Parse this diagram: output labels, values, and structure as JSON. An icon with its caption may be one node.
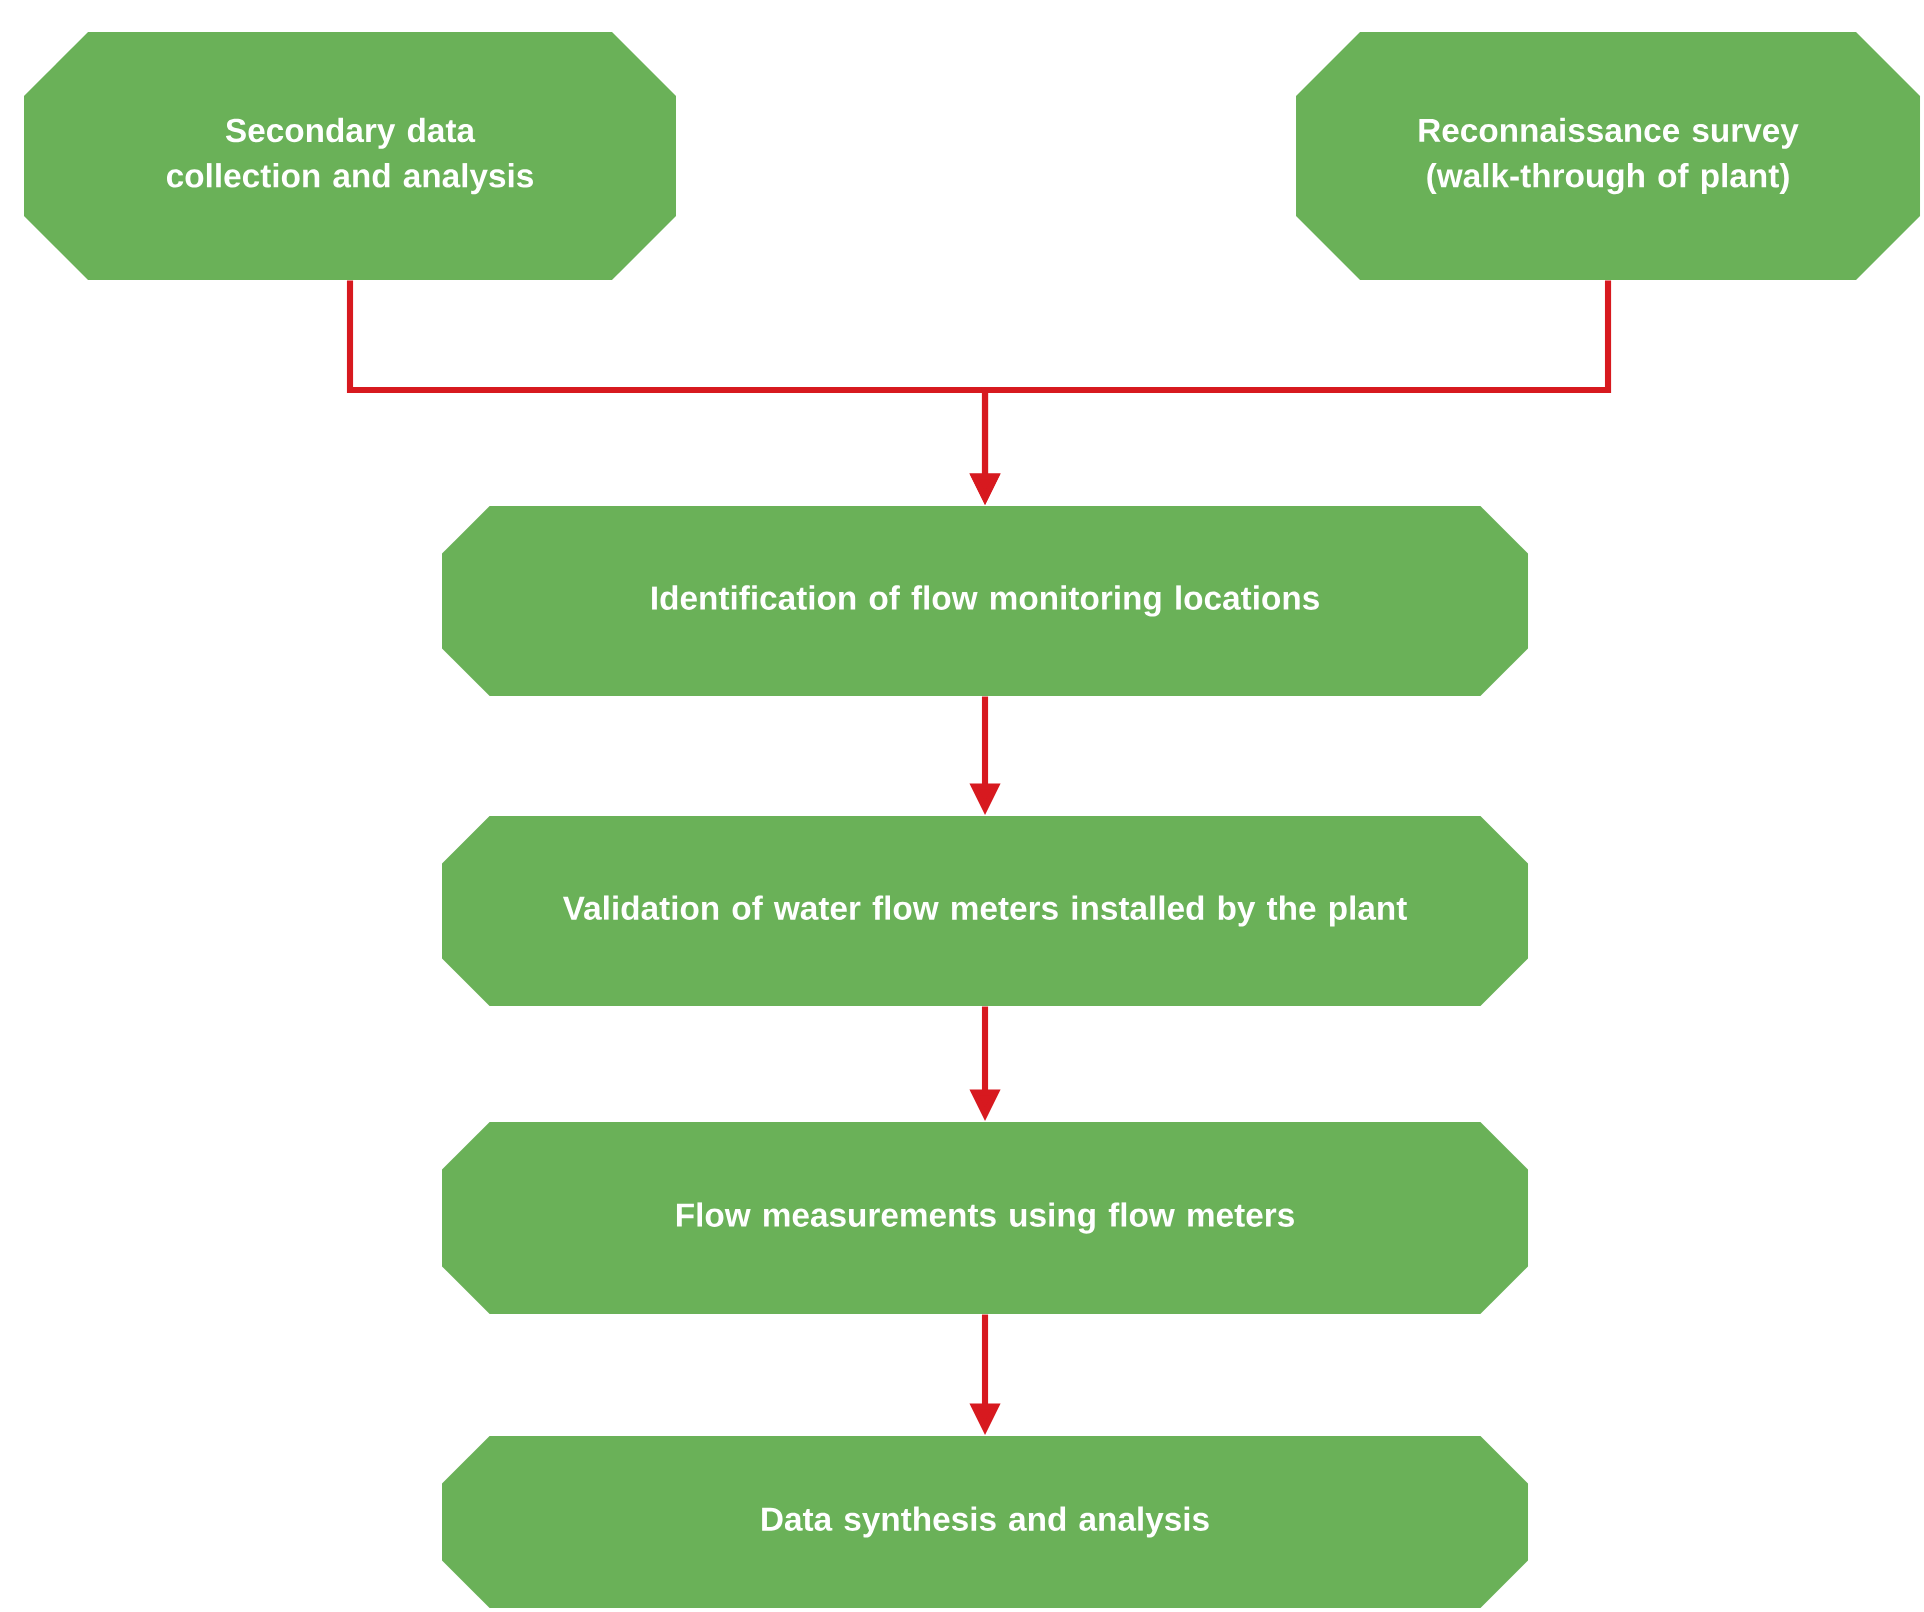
{
  "diagram": {
    "nodes": [
      {
        "text": [
          "Secondary data collection and analysis"
        ]
      },
      {
        "text": [
          "Reconnaissance survey (walk-through of plant)"
        ]
      },
      {
        "text": [
          "Identification of flow monitoring locations"
        ]
      },
      {
        "text": [
          "Validation of water flow meters installed by the plant"
        ]
      },
      {
        "text": [
          "Flow measurements using flow meters"
        ]
      },
      {
        "text": [
          "Data synthesis and analysis"
        ]
      }
    ],
    "edges": [
      {
        "from": 0,
        "to": 2,
        "arrow": "to"
      },
      {
        "from": 1,
        "to": 2,
        "arrow": "to"
      },
      {
        "from": 2,
        "to": 3,
        "arrow": "to"
      },
      {
        "from": 3,
        "to": 4,
        "arrow": "to"
      },
      {
        "from": 4,
        "to": 5,
        "arrow": "to"
      }
    ]
  }
}
